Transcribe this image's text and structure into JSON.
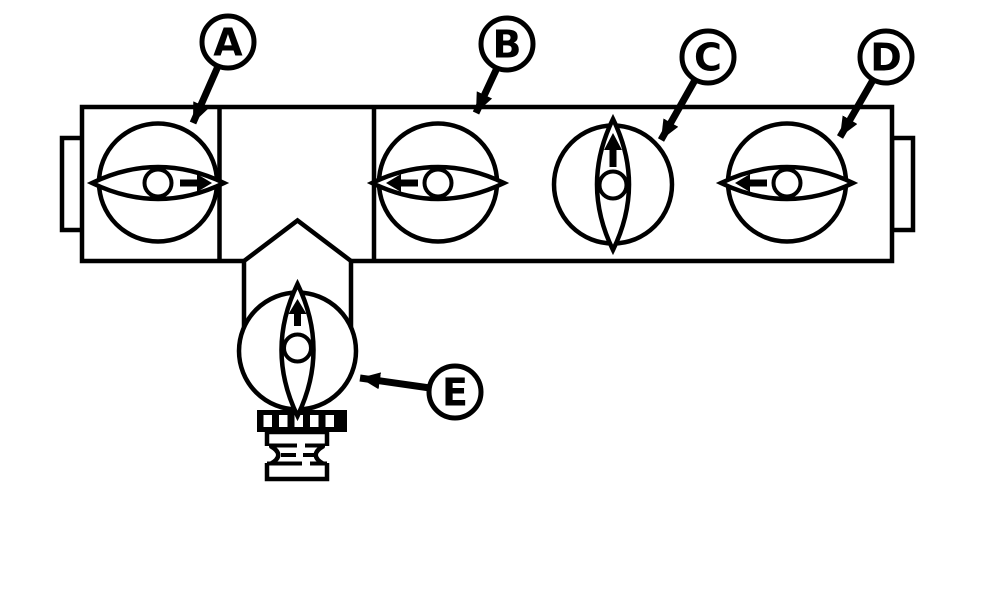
{
  "canvas": {
    "background_color": "#ffffff",
    "line_color": "#000000"
  },
  "diagram": {
    "kind": "valve-manifold-line-drawing",
    "parts": {
      "manifold": "horizontal-manifold-body",
      "left_port": "left-port-stub",
      "right_port": "right-port-stub",
      "outlet": "bottom-outlet-with-threaded-collar-and-coupling"
    }
  },
  "callouts": {
    "A": {
      "letter": "A",
      "target": "ball-valve-a"
    },
    "B": {
      "letter": "B",
      "target": "ball-valve-b"
    },
    "C": {
      "letter": "C",
      "target": "ball-valve-c"
    },
    "D": {
      "letter": "D",
      "target": "ball-valve-d"
    },
    "E": {
      "letter": "E",
      "target": "ball-valve-e"
    }
  },
  "valves": {
    "A": {
      "handle": "horizontal",
      "flow_arrow": "right"
    },
    "B": {
      "handle": "horizontal",
      "flow_arrow": "left"
    },
    "C": {
      "handle": "vertical",
      "flow_arrow": "up"
    },
    "D": {
      "handle": "horizontal",
      "flow_arrow": "left"
    },
    "E": {
      "handle": "vertical",
      "flow_arrow": "up"
    }
  }
}
